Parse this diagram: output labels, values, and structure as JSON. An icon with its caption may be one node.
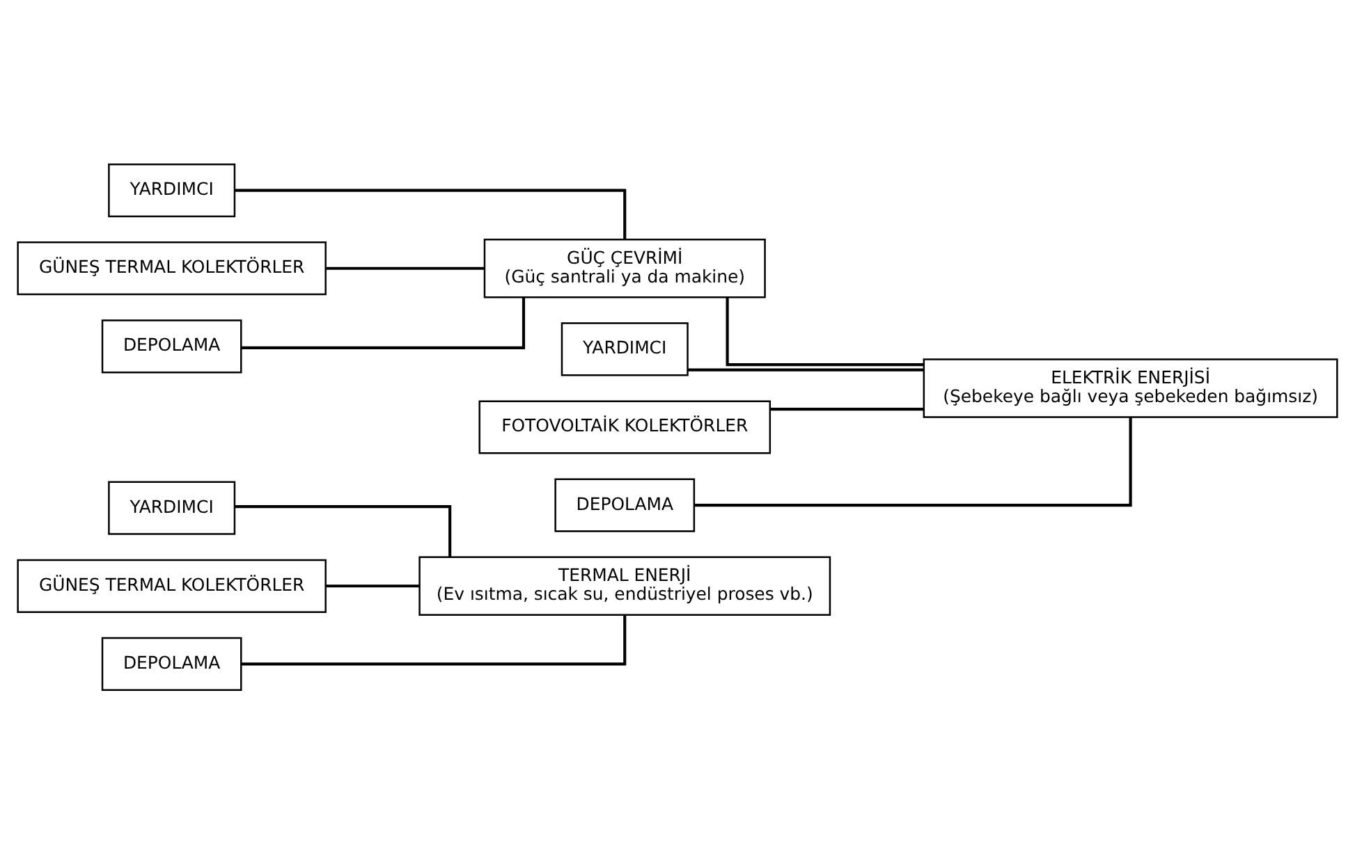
{
  "diagram": {
    "nodes": [
      {
        "text": [
          "YARDIMCI"
        ]
      },
      {
        "text": [
          "GÜNEŞ TERMAL KOLEKTÖRLER"
        ]
      },
      {
        "text": [
          "TERMAL ENERJİ",
          "(Ev ısıtma, sıcak su, endüstriyel proses vb.)"
        ]
      },
      {
        "text": [
          "DEPOLAMA"
        ]
      },
      {
        "text": [
          "YARDIMCI"
        ]
      },
      {
        "text": [
          "GÜNEŞ TERMAL KOLEKTÖRLER"
        ]
      },
      {
        "text": [
          "GÜÇ ÇEVRİMİ",
          "(Güç santrali ya da makine)"
        ]
      },
      {
        "text": [
          "DEPOLAMA"
        ]
      },
      {
        "text": [
          "ELEKTRİK ENERJİSİ",
          "(Şebekeye bağlı veya şebekeden bağımsız)"
        ]
      },
      {
        "text": [
          "YARDIMCI"
        ]
      },
      {
        "text": [
          "FOTOVOLTAİK KOLEKTÖRLER"
        ]
      },
      {
        "text": [
          "DEPOLAMA"
        ]
      }
    ],
    "edges": [
      {
        "from": 1,
        "to": 2,
        "arrow": "none"
      },
      {
        "from": 0,
        "to": 2,
        "arrow": "none"
      },
      {
        "from": 3,
        "to": 2,
        "arrow": "none"
      },
      {
        "from": 5,
        "to": 6,
        "arrow": "none"
      },
      {
        "from": 4,
        "to": 6,
        "arrow": "none"
      },
      {
        "from": 7,
        "to": 6,
        "arrow": "none"
      },
      {
        "from": 6,
        "to": 8,
        "arrow": "none"
      },
      {
        "from": 10,
        "to": 8,
        "arrow": "none"
      },
      {
        "from": 9,
        "to": 8,
        "arrow": "none"
      },
      {
        "from": 11,
        "to": 8,
        "arrow": "none"
      }
    ]
  }
}
